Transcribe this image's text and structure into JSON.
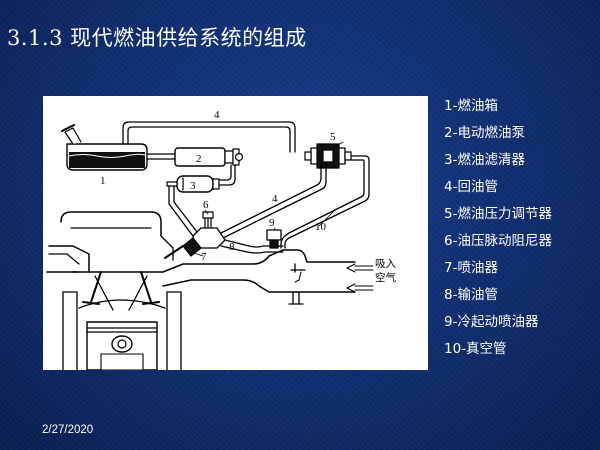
{
  "slide": {
    "title": "3.1.3 现代燃油供给系统的组成",
    "date": "2/27/2020"
  },
  "diagram": {
    "callouts": [
      "1",
      "2",
      "3",
      "4",
      "4",
      "5",
      "6",
      "7",
      "8",
      "9",
      "10"
    ],
    "air_intake_label_line1": "吸入",
    "air_intake_label_line2": "空气"
  },
  "legend": {
    "items": [
      "1-燃油箱",
      "2-电动燃油泵",
      "3-燃油滤清器",
      "4-回油管",
      "5-燃油压力调节器",
      "6-油压脉动阻尼器",
      "7-喷油器",
      "8-输油管",
      "9-冷起动喷油器",
      "10-真空管"
    ]
  },
  "colors": {
    "background": "#0f2d6e",
    "text": "#ffffff",
    "panel": "#ffffff"
  }
}
